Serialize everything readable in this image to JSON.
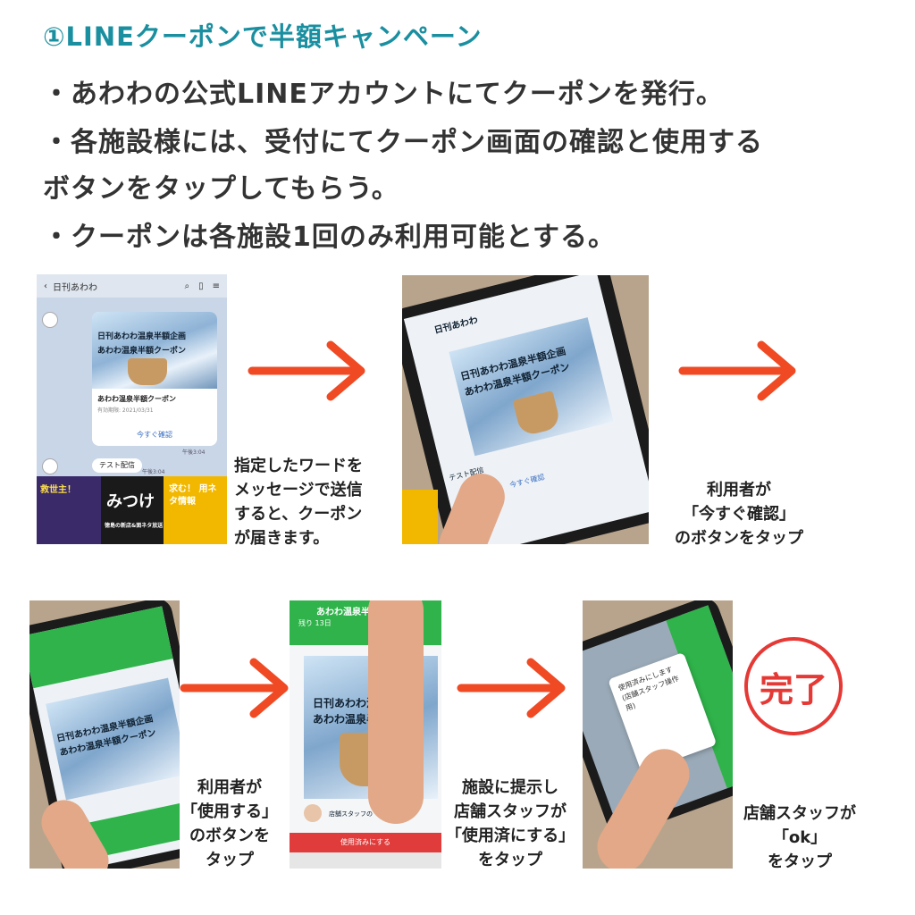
{
  "heading": "①LINEクーポンで半額キャンペーン",
  "bullets": [
    "・あわわの公式LINEアカウントにてクーポンを発行。",
    "・各施設様には、受付にてクーポン画面の確認と使用する",
    "ボタンをタップしてもらう。",
    "・クーポンは各施設1回のみ利用可能とする。"
  ],
  "step1": {
    "chat_title": "日刊あわわ",
    "coupon_line1": "日刊あわわ温泉半額企画",
    "coupon_line2": "あわわ温泉半額クーポン",
    "coupon_name": "あわわ温泉半額クーポン",
    "coupon_expiry": "有効期限: 2021/03/31",
    "coupon_button": "今すぐ確認",
    "time1": "午後3:04",
    "user_message": "テスト配信",
    "time2": "午後3:04",
    "banner1": "救世主！",
    "banner2": "みつけ",
    "banner2_sub": "徳島の新店&面ネタ放送",
    "banner3": "求む！ 用ネタ情報",
    "caption": "指定したワードを\nメッセージで送信\nすると、クーポン\nが届きます。"
  },
  "step2": {
    "screen_title": "日刊あわわ",
    "coupon_line1": "日刊あわわ温泉半額企画",
    "coupon_line2": "あわわ温泉半額クーポン",
    "user_message": "テスト配信",
    "coupon_button": "今すぐ確認",
    "caption": "利用者が\n「今すぐ確認」\nのボタンをタップ"
  },
  "step3": {
    "coupon_line1": "日刊あわわ温泉半額企画",
    "coupon_line2": "あわわ温泉半額クーポン",
    "caption": "利用者が\n「使用する」\nのボタンを\nタップ"
  },
  "step4": {
    "header_text": "あわわ温泉半",
    "remaining": "残り 13日",
    "coupon_line1": "日刊あわわ温泉半",
    "coupon_line2": "あわわ温泉半額",
    "staff_note": "店舗スタッフの",
    "use_button": "使用済みにする",
    "caption": "施設に提示し\n店舗スタッフが\n「使用済にする」\nをタップ"
  },
  "step5": {
    "dialog_text": "使用済みにします(店舗スタッフ操作用)",
    "caption": "店舗スタッフが\n「ok」\nをタップ"
  },
  "done_stamp": "完了",
  "colors": {
    "heading": "#1a8fa0",
    "arrow": "#ef4a24",
    "stamp": "#e53935"
  }
}
